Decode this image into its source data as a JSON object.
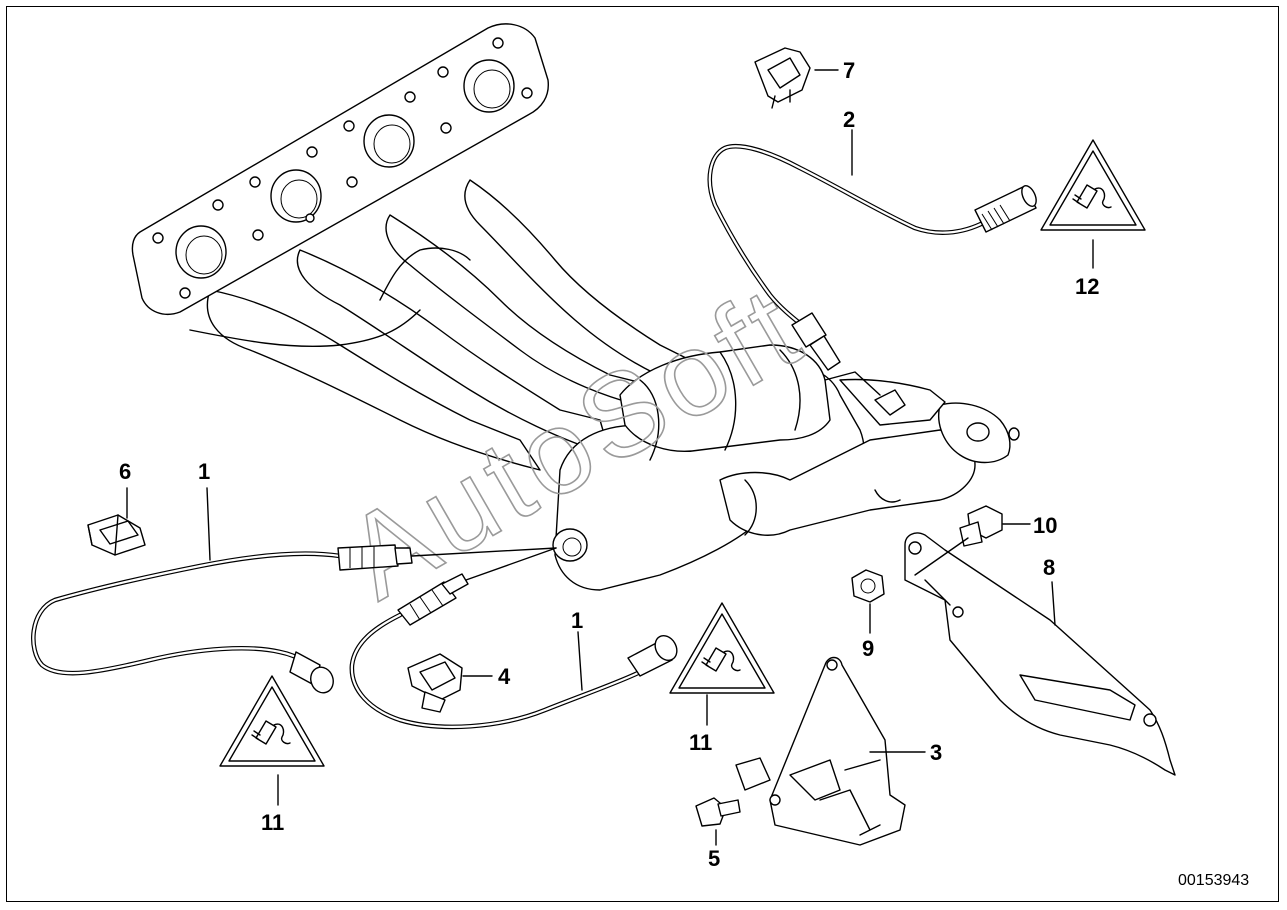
{
  "diagram": {
    "callouts": {
      "c1a": "1",
      "c1b": "1",
      "c2": "2",
      "c3": "3",
      "c4": "4",
      "c5": "5",
      "c6": "6",
      "c7": "7",
      "c8": "8",
      "c9": "9",
      "c10": "10",
      "c11a": "11",
      "c11b": "11",
      "c12": "12"
    },
    "watermark": "AutoSoft",
    "document_number": "00153943"
  }
}
